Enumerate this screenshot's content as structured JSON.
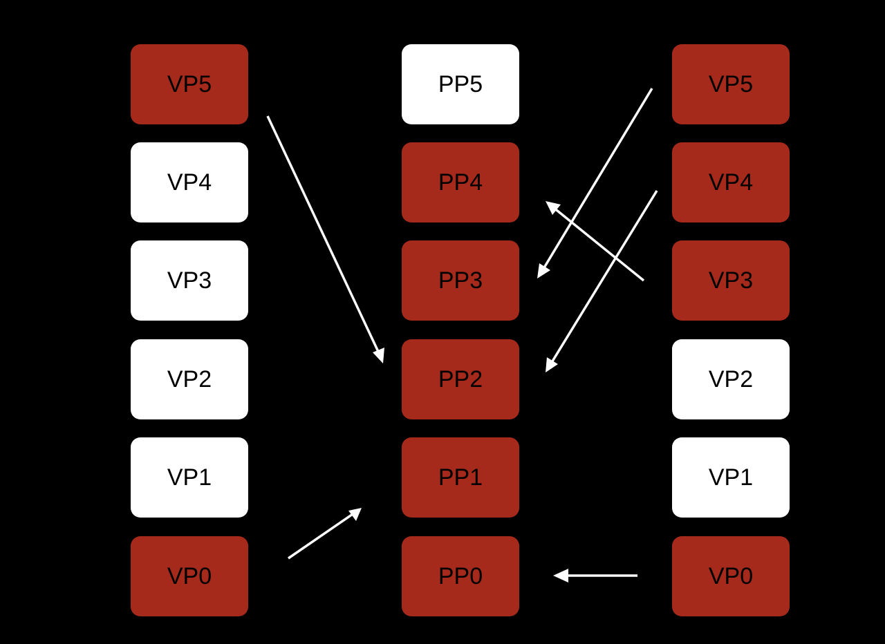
{
  "colors": {
    "background": "#000000",
    "used": "#a52a1c",
    "free": "#ffffff",
    "text": "#000000",
    "arrow": "#ffffff"
  },
  "left_column": [
    {
      "label": "VP5",
      "state": "used"
    },
    {
      "label": "VP4",
      "state": "free"
    },
    {
      "label": "VP3",
      "state": "free"
    },
    {
      "label": "VP2",
      "state": "free"
    },
    {
      "label": "VP1",
      "state": "free"
    },
    {
      "label": "VP0",
      "state": "used"
    }
  ],
  "middle_column": [
    {
      "label": "PP5",
      "state": "free"
    },
    {
      "label": "PP4",
      "state": "used"
    },
    {
      "label": "PP3",
      "state": "used"
    },
    {
      "label": "PP2",
      "state": "used"
    },
    {
      "label": "PP1",
      "state": "used"
    },
    {
      "label": "PP0",
      "state": "used"
    }
  ],
  "right_column": [
    {
      "label": "VP5",
      "state": "used"
    },
    {
      "label": "VP4",
      "state": "used"
    },
    {
      "label": "VP3",
      "state": "used"
    },
    {
      "label": "VP2",
      "state": "free"
    },
    {
      "label": "VP1",
      "state": "free"
    },
    {
      "label": "VP0",
      "state": "used"
    }
  ],
  "mappings": [
    {
      "from": "left.VP5",
      "to": "middle.PP2"
    },
    {
      "from": "left.VP0",
      "to": "middle.PP1"
    },
    {
      "from": "right.VP5",
      "to": "middle.PP3"
    },
    {
      "from": "right.VP4",
      "to": "middle.PP2"
    },
    {
      "from": "right.VP3",
      "to": "middle.PP4"
    },
    {
      "from": "right.VP0",
      "to": "middle.PP0"
    }
  ]
}
